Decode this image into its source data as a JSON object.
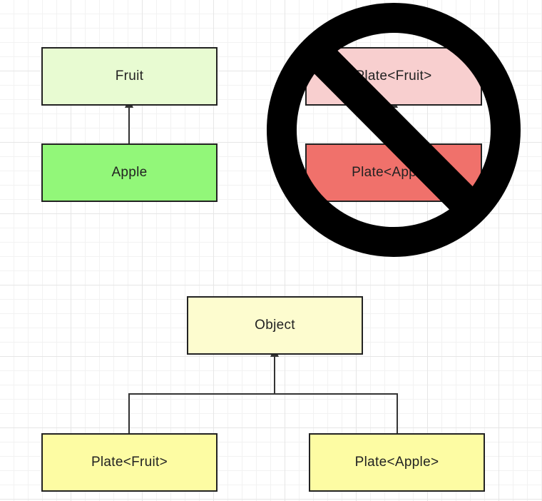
{
  "colors": {
    "fruit_fill": "#e8fbd2",
    "apple_fill": "#92f779",
    "plate_fruit_bad_fill": "#f8cfcf",
    "plate_apple_bad_fill": "#f0716b",
    "object_fill": "#fdfccf",
    "plate_fill": "#fdfca3",
    "stroke": "#222222",
    "prohibition": "#000000"
  },
  "diagram": {
    "fruit_label": "Fruit",
    "apple_label": "Apple",
    "plate_fruit_crossed_label": "Plate<Fruit>",
    "plate_apple_crossed_label": "Plate<Apple>",
    "object_label": "Object",
    "plate_fruit_label": "Plate<Fruit>",
    "plate_apple_label": "Plate<Apple>",
    "prohibition_icon": "no-entry-icon"
  }
}
